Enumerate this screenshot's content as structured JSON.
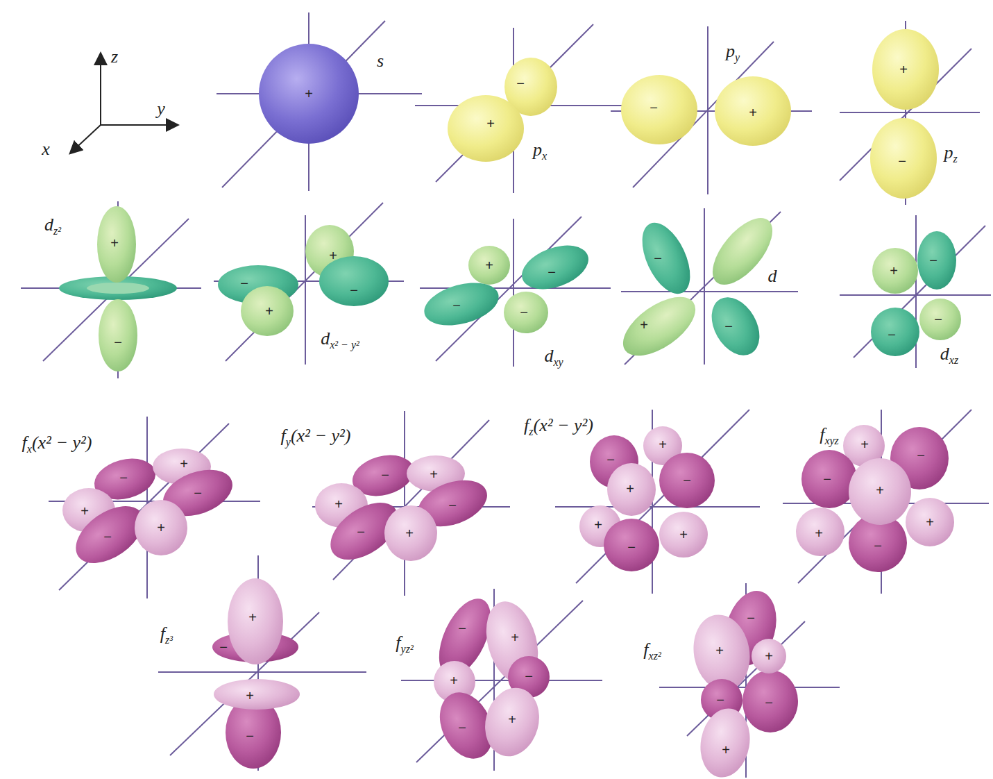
{
  "diagram": {
    "labels": [
      "z",
      "y",
      "x",
      "s",
      "+",
      "−",
      "+",
      "p",
      "x",
      "p",
      "y",
      "−",
      "+",
      "+",
      "−",
      "p",
      "z",
      "d",
      "z²",
      "+",
      "−",
      "−",
      "+",
      "−",
      "+",
      "d",
      "x² − y²",
      "+",
      "−",
      "−",
      "−",
      "d",
      "xy",
      "−",
      "+",
      "−",
      "d",
      "+",
      "−",
      "−",
      "−",
      "d",
      "xz",
      "f",
      "x",
      "(x² − y²)",
      "−",
      "+",
      "+",
      "−",
      "−",
      "+",
      "f",
      "y",
      "(x² − y²)",
      "−",
      "+",
      "+",
      "−",
      "−",
      "+",
      "f",
      "z",
      "(x² − y²)",
      "+",
      "−",
      "+",
      "−",
      "+",
      "+",
      "−",
      "f",
      "xyz",
      "+",
      "−",
      "−",
      "+",
      "+",
      "+",
      "−",
      "f",
      "z³",
      "−",
      "+",
      "+",
      "−",
      "f",
      "yz²",
      "−",
      "+",
      "+",
      "−",
      "−",
      "+",
      "f",
      "xz²",
      "−",
      "+",
      "+",
      "−",
      "−",
      "+"
    ]
  }
}
